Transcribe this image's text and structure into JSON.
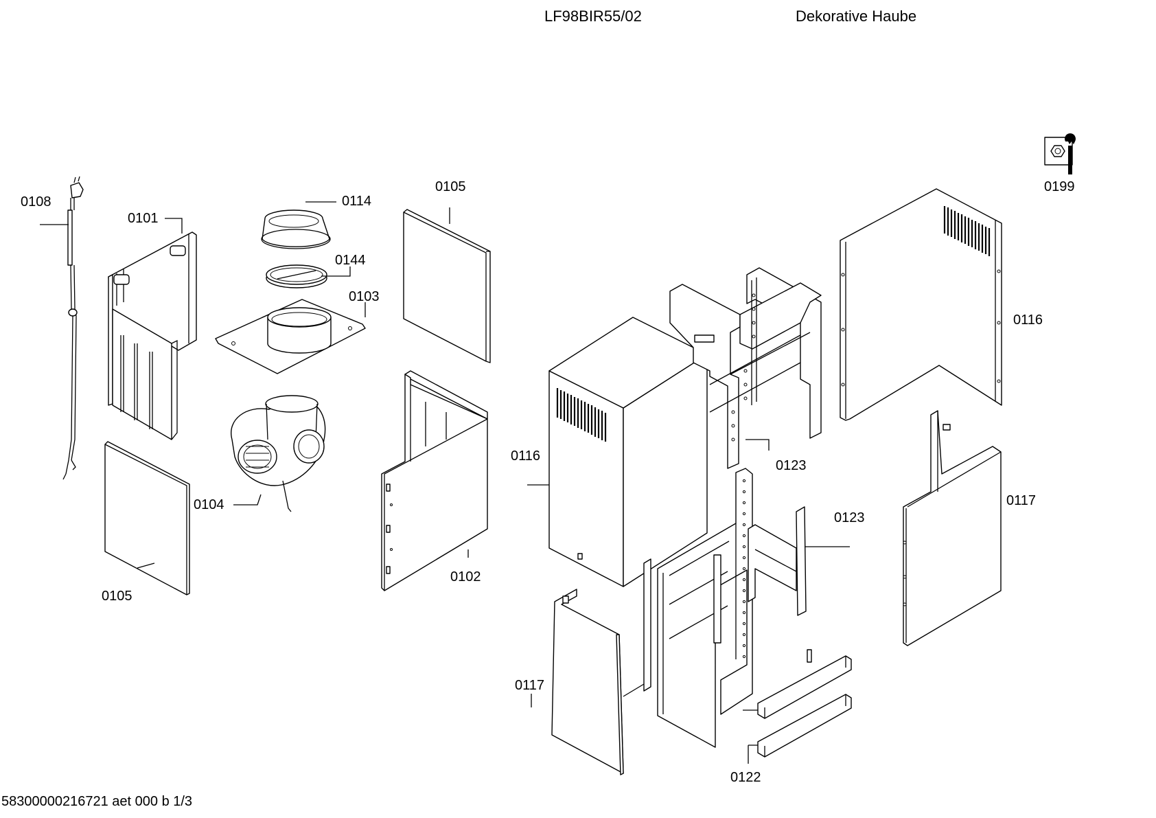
{
  "header": {
    "model": "LF98BIR55/02",
    "description": "Dekorative Haube"
  },
  "footer": {
    "document_code": "58300000216721 aet 000 b 1/3"
  },
  "parts": [
    {
      "label": "0108"
    },
    {
      "label": "0101"
    },
    {
      "label": "0114"
    },
    {
      "label": "0144"
    },
    {
      "label": "0103"
    },
    {
      "label": "0105"
    },
    {
      "label": "0104"
    },
    {
      "label": "0105"
    },
    {
      "label": "0102"
    },
    {
      "label": "0199"
    },
    {
      "label": "0116"
    },
    {
      "label": "0123"
    },
    {
      "label": "0116"
    },
    {
      "label": "0117"
    },
    {
      "label": "0123"
    },
    {
      "label": "0117"
    },
    {
      "label": "0122"
    }
  ],
  "icons": {
    "service_kit": "wrench-nut-icon"
  }
}
